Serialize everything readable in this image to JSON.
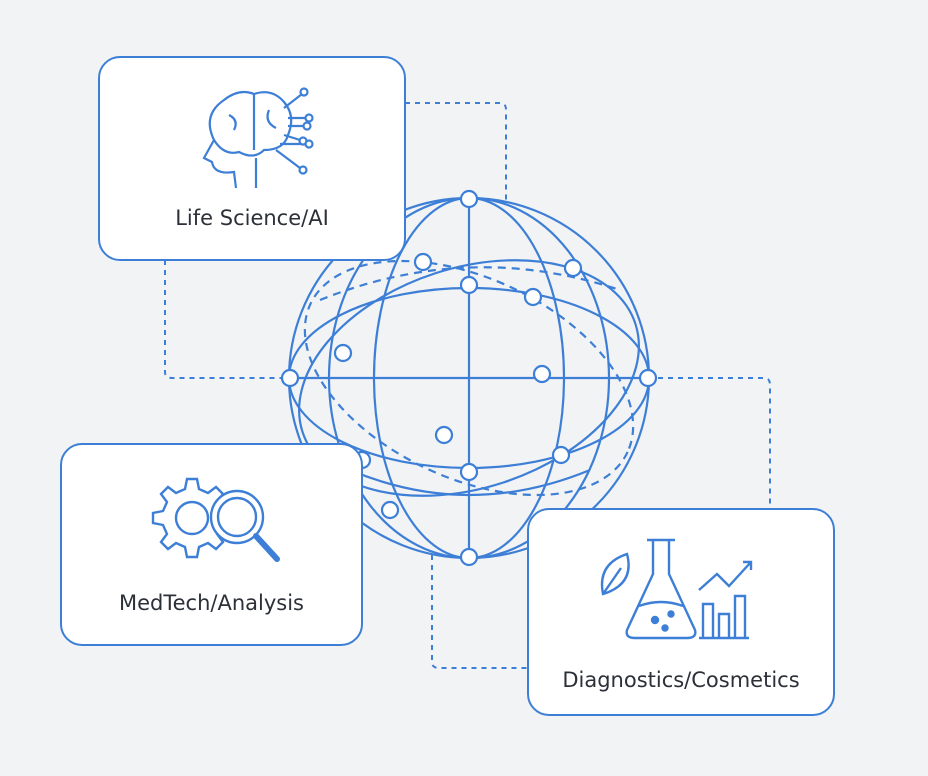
{
  "colors": {
    "accent": "#3d7fd6",
    "background": "#f2f3f5",
    "text": "#2c3038"
  },
  "cards": [
    {
      "label": "Life Science/AI",
      "icon": "brain-circuit-icon"
    },
    {
      "label": "MedTech/Analysis",
      "icon": "gear-magnifier-icon"
    },
    {
      "label": "Diagnostics/Cosmetics",
      "icon": "leaf-flask-chart-icon"
    }
  ],
  "center": {
    "icon": "network-globe-icon"
  }
}
